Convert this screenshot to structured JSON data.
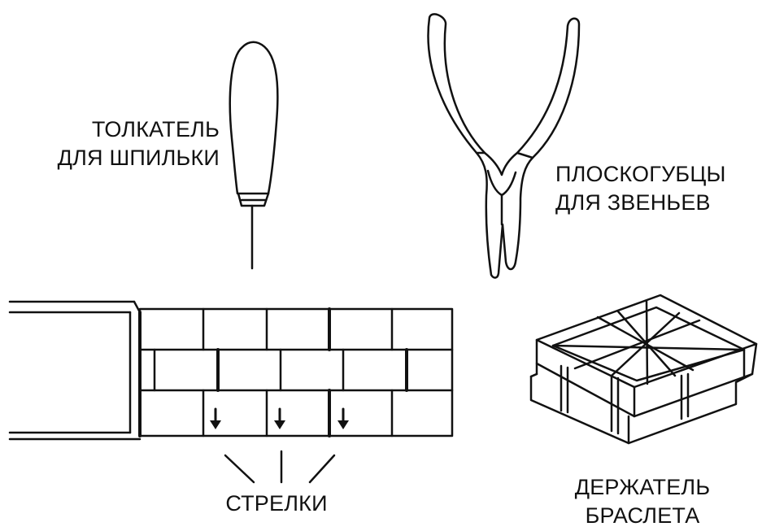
{
  "labels": {
    "pin_pusher": [
      "ТОЛКАТЕЛЬ",
      "ДЛЯ ШПИЛЬКИ"
    ],
    "pliers": [
      "ПЛОСКОГУБЦЫ",
      "ДЛЯ ЗВЕНЬЕВ"
    ],
    "arrows": [
      "СТРЕЛКИ"
    ],
    "holder": [
      "ДЕРЖАТЕЛЬ",
      "БРАСЛЕТА"
    ]
  },
  "colors": {
    "ink": "#111111",
    "background": "#ffffff"
  },
  "icons": [
    "pin-pusher-icon",
    "link-pliers-icon",
    "bracelet-holder-icon",
    "arrow-down-icon"
  ]
}
